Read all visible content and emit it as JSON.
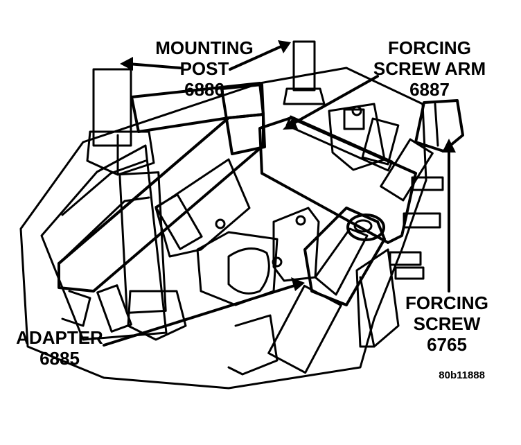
{
  "callouts": {
    "mounting_post": {
      "line1": "MOUNTING",
      "line2": "POST",
      "number": "6886"
    },
    "forcing_screw_arm": {
      "line1": "FORCING",
      "line2": "SCREW ARM",
      "number": "6887"
    },
    "forcing_screw": {
      "line1": "FORCING",
      "line2": "SCREW",
      "number": "6765"
    },
    "adapter": {
      "line1": "ADAPTER",
      "number": "6885"
    }
  },
  "figure_ref": "80b11888",
  "colors": {
    "ink": "#000000",
    "paper": "#ffffff"
  }
}
